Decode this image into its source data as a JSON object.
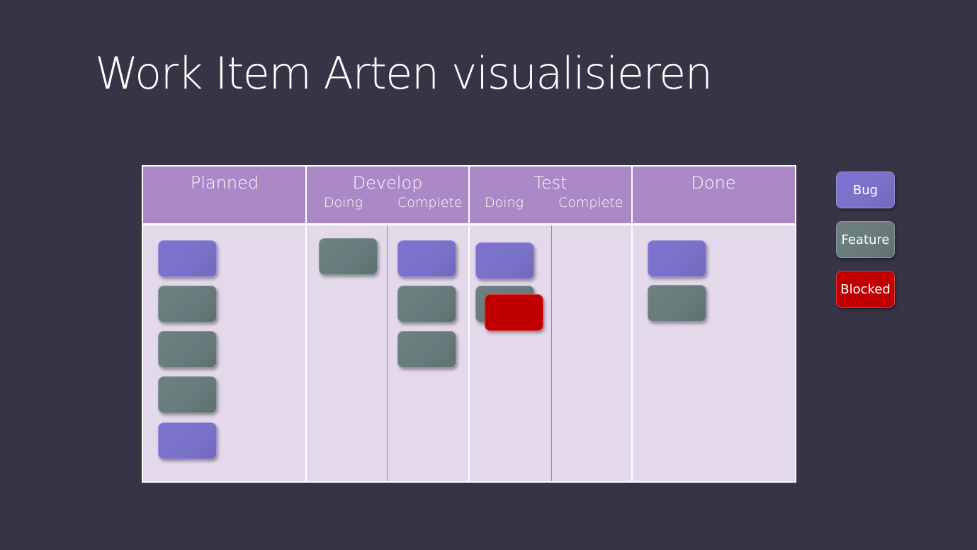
{
  "slide": {
    "title": "Work Item Arten visualisieren"
  },
  "board": {
    "columns": {
      "planned": {
        "title": "Planned"
      },
      "develop": {
        "title": "Develop",
        "sub": [
          "Doing",
          "Complete"
        ]
      },
      "test": {
        "title": "Test",
        "sub": [
          "Doing",
          "Complete"
        ]
      },
      "done": {
        "title": "Done"
      }
    }
  },
  "legend": {
    "bug": "Bug",
    "feature": "Feature",
    "blocked": "Blocked"
  },
  "colors": {
    "background": "#373445",
    "header": "#ab88c6",
    "board_body": "#e4d9eb",
    "bug": "#7a72c8",
    "feature": "#687a7b",
    "blocked": "#c00000"
  }
}
